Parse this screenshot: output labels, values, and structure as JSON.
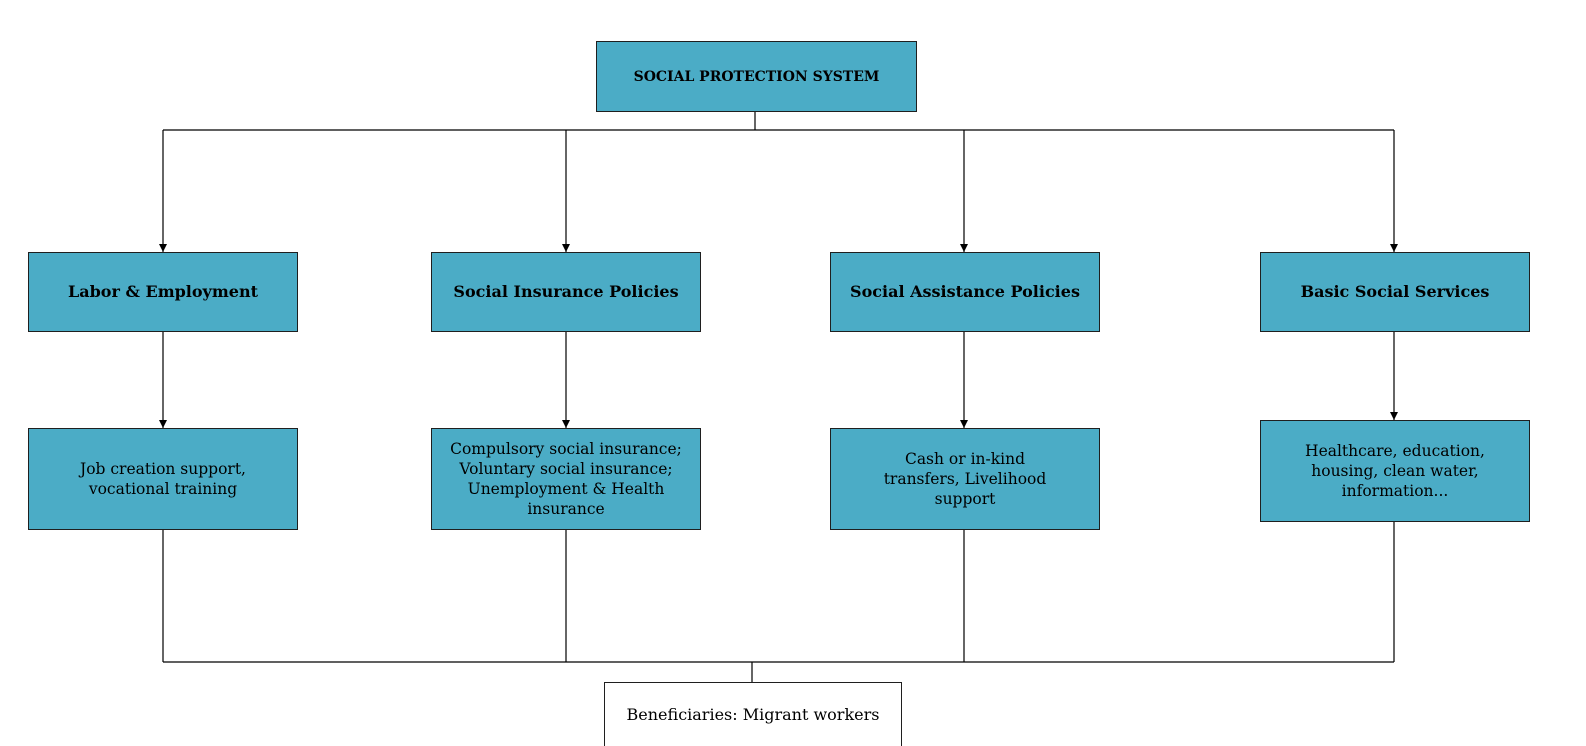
{
  "diagram": {
    "root": "SOCIAL PROTECTION SYSTEM",
    "branches": [
      {
        "title": "Labor & Employment",
        "detail": "Job creation support, vocational training"
      },
      {
        "title": "Social Insurance Policies",
        "detail": "Compulsory social insurance; Voluntary social insurance; Unemployment & Health insurance"
      },
      {
        "title": "Social Assistance Policies",
        "detail": "Cash or in-kind transfers, Livelihood support"
      },
      {
        "title": "Basic Social Services",
        "detail": "Healthcare, education, housing, clean water, information..."
      }
    ],
    "beneficiaries": "Beneficiaries: Migrant workers"
  },
  "colors": {
    "box_fill": "#4bacc6",
    "line": "#000000",
    "border": "#1f1f1f"
  }
}
